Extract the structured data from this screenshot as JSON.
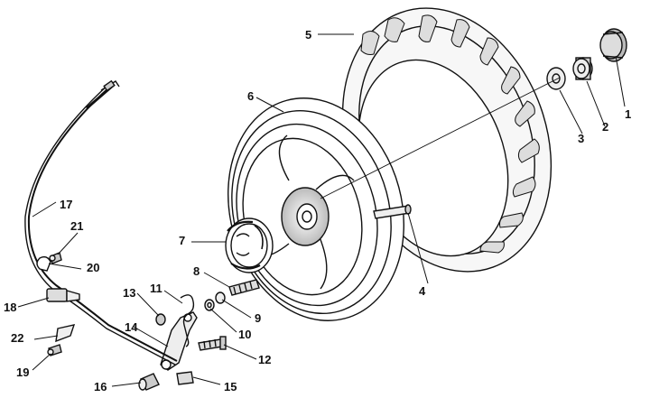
{
  "parts": [
    {
      "id": "p1",
      "name": "part-1",
      "label": "1"
    },
    {
      "id": "p2",
      "name": "part-2",
      "label": "2"
    },
    {
      "id": "p3",
      "name": "part-3",
      "label": "3"
    },
    {
      "id": "p4",
      "name": "part-4",
      "label": "4"
    },
    {
      "id": "p5",
      "name": "part-5",
      "label": "5"
    },
    {
      "id": "p6",
      "name": "part-6",
      "label": "6"
    },
    {
      "id": "p7",
      "name": "part-7",
      "label": "7"
    },
    {
      "id": "p8",
      "name": "part-8",
      "label": "8"
    },
    {
      "id": "p9",
      "name": "part-9",
      "label": "9"
    },
    {
      "id": "p10",
      "name": "part-10",
      "label": "10"
    },
    {
      "id": "p11",
      "name": "part-11",
      "label": "11"
    },
    {
      "id": "p12",
      "name": "part-12",
      "label": "12"
    },
    {
      "id": "p13",
      "name": "part-13",
      "label": "13"
    },
    {
      "id": "p14",
      "name": "part-14",
      "label": "14"
    },
    {
      "id": "p15",
      "name": "part-15",
      "label": "15"
    },
    {
      "id": "p16",
      "name": "part-16",
      "label": "16"
    },
    {
      "id": "p17",
      "name": "part-17",
      "label": "17"
    },
    {
      "id": "p18",
      "name": "part-18",
      "label": "18"
    },
    {
      "id": "p19",
      "name": "part-19",
      "label": "19"
    },
    {
      "id": "p20",
      "name": "part-20",
      "label": "20"
    },
    {
      "id": "p21",
      "name": "part-21",
      "label": "21"
    },
    {
      "id": "p22",
      "name": "part-22",
      "label": "22"
    }
  ],
  "colors": {
    "ink": "#111111",
    "shade": "#dddddd",
    "background": "#ffffff"
  }
}
